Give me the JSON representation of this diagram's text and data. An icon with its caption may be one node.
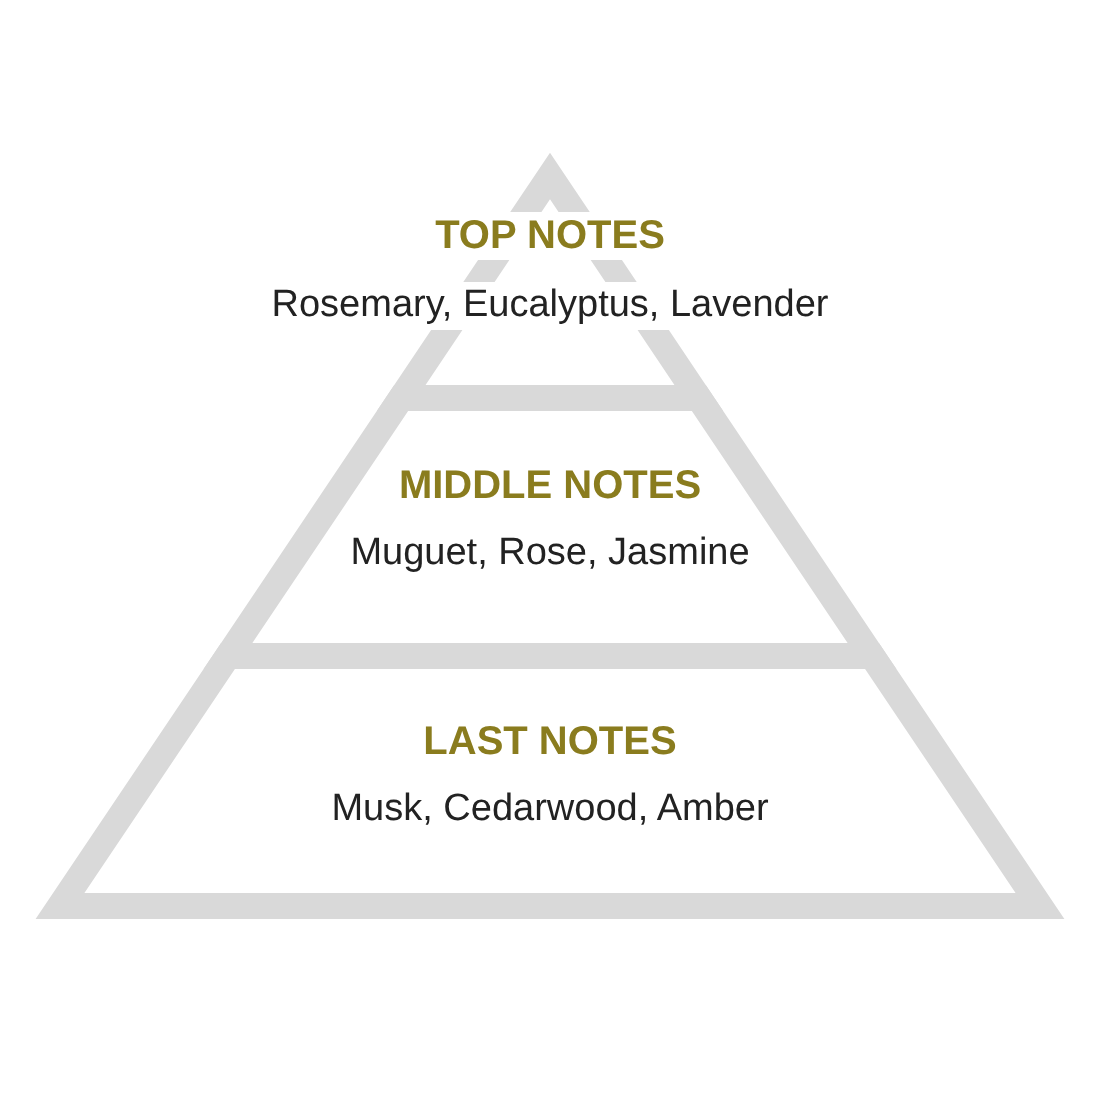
{
  "diagram": {
    "nodes": [
      {
        "text": [
          "TOP NOTES",
          "Rosemary, Eucalyptus, Lavender"
        ]
      },
      {
        "text": [
          "MIDDLE NOTES",
          "Muguet, Rose, Jasmine"
        ]
      },
      {
        "text": [
          "LAST NOTES",
          "Musk, Cedarwood, Amber"
        ]
      }
    ]
  }
}
